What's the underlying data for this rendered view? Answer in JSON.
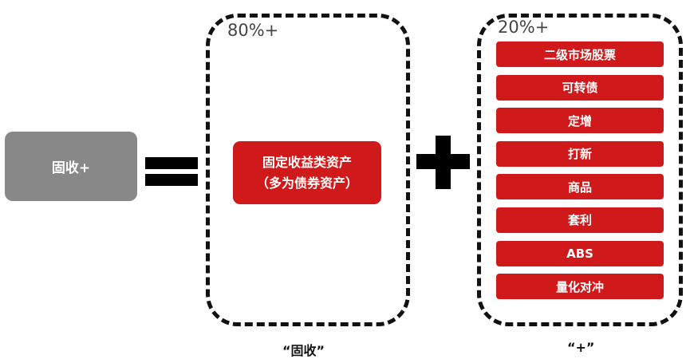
{
  "left_box": {
    "label": "固收+"
  },
  "fixed_income": {
    "percent_label": "80%+",
    "box_line1": "固定收益类资产",
    "box_line2": "（多为债券资产）",
    "caption": "“固收”"
  },
  "plus_part": {
    "percent_label": "20%+",
    "items": [
      "二级市场股票",
      "可转债",
      "定增",
      "打新",
      "商品",
      "套利",
      "ABS",
      "量化对冲"
    ],
    "caption": "“+”"
  },
  "colors": {
    "red": "#d0191b",
    "grey": "#888888",
    "black": "#000000"
  }
}
